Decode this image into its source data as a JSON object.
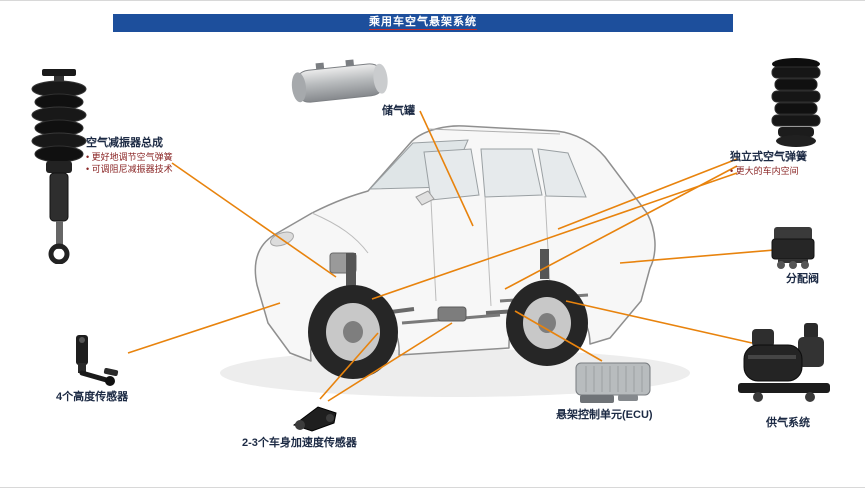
{
  "header": {
    "title": "乘用车空气悬架系统"
  },
  "labels": {
    "strut": {
      "title": "空气减振器总成",
      "bullets": [
        "• 更好地调节空气弹簧",
        "• 可调阻尼减振器技术"
      ]
    },
    "tank": {
      "title": "储气罐"
    },
    "air_spring": {
      "title": "独立式空气弹簧",
      "bullets": [
        "• 更大的车内空间"
      ]
    },
    "valve": {
      "title": "分配阀"
    },
    "supply": {
      "title": "供气系统"
    },
    "ecu": {
      "title": "悬架控制单元(ECU)"
    },
    "accel_sensor": {
      "title": "2-3个车身加速度传感器"
    },
    "height_sensor": {
      "title": "4个高度传感器"
    }
  },
  "colors": {
    "header_bg": "#1d4f9c",
    "header_text": "#ffffff",
    "header_underline": "#c22a2a",
    "leader_line": "#e8830d",
    "label_text": "#1c2a44",
    "bullet_text": "#8a2525"
  }
}
